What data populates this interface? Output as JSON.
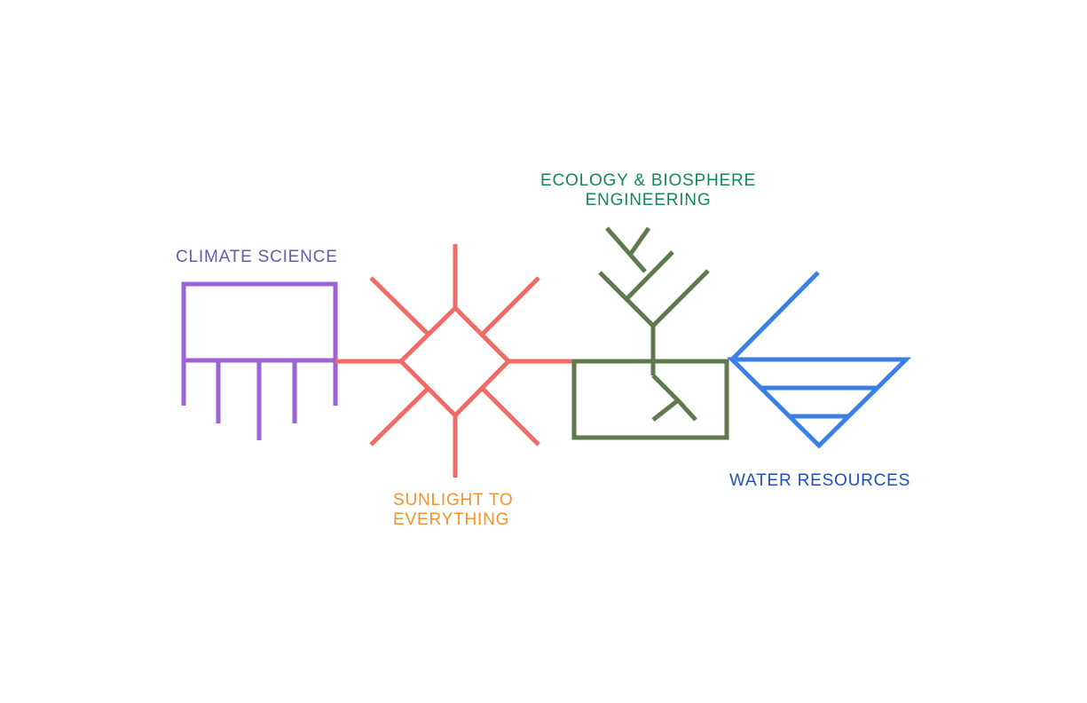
{
  "diagram": {
    "climate": {
      "label": "CLIMATE SCIENCE",
      "color": "#9b63d6",
      "label_color": "#6f57a8",
      "icon": "comb-rectangle-icon"
    },
    "sunlight": {
      "label_line1": "SUNLIGHT TO",
      "label_line2": "EVERYTHING",
      "color": "#f06b68",
      "label_color": "#f0922e",
      "icon": "sun-diamond-icon"
    },
    "ecology": {
      "label_line1": "ECOLOGY & BIOSPHERE",
      "label_line2": "ENGINEERING",
      "color": "#5e7a4e",
      "label_color": "#17845c",
      "icon": "tree-box-icon"
    },
    "water": {
      "label": "WATER RESOURCES",
      "color": "#3a80e8",
      "label_color": "#1f4fb8",
      "icon": "triangle-water-icon"
    }
  }
}
